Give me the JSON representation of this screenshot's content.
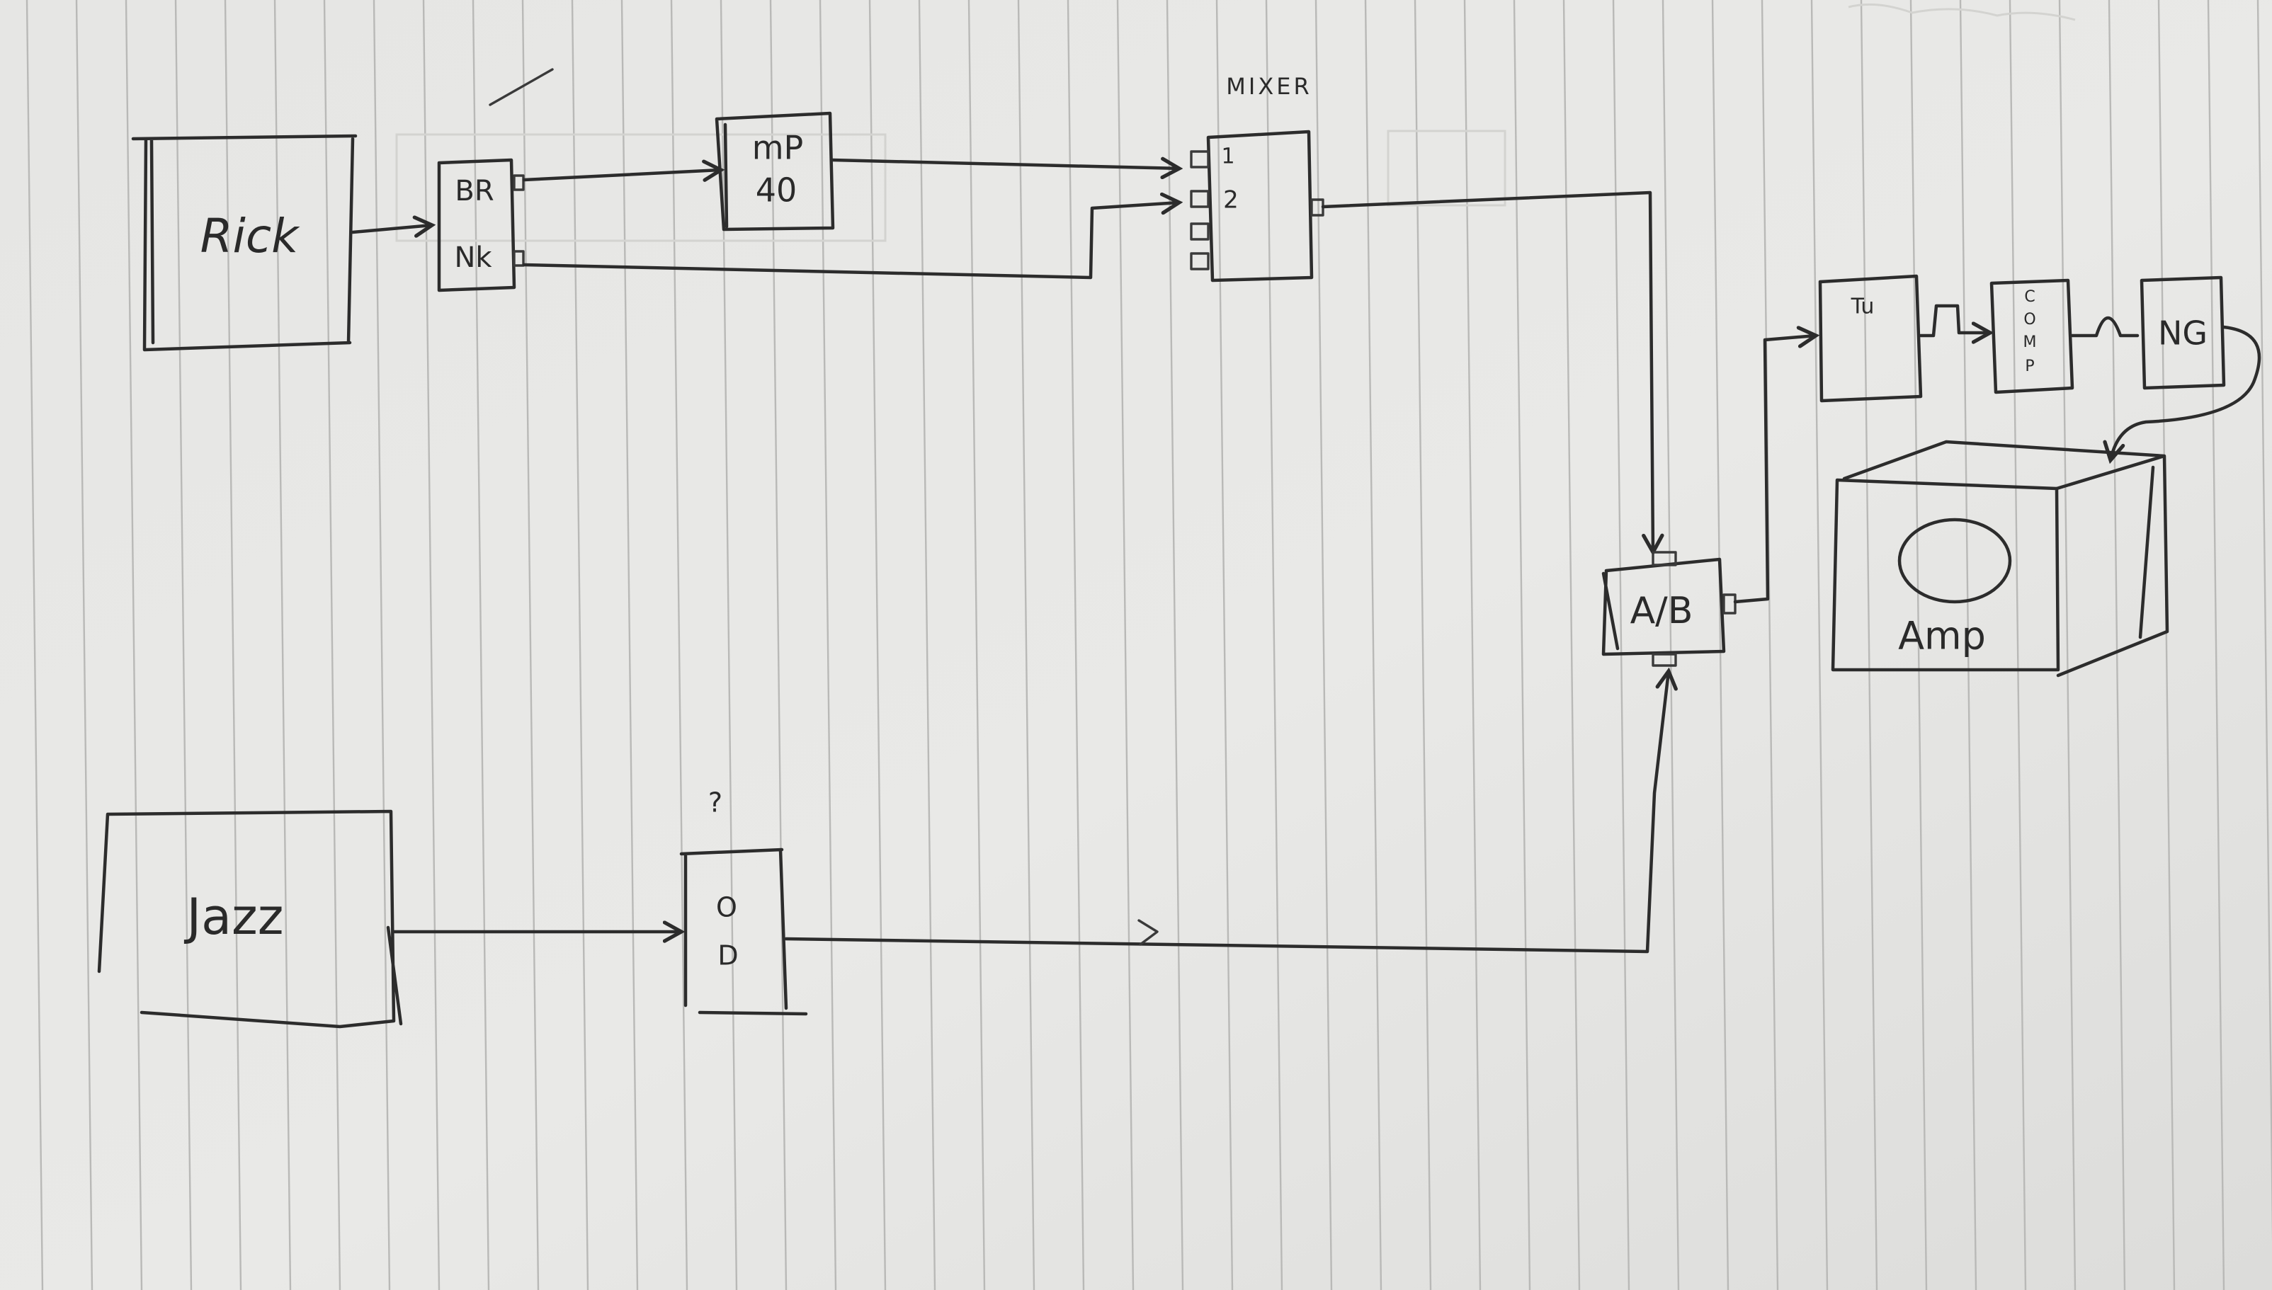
{
  "diagram": {
    "nodes": {
      "rick": {
        "label": "Rick"
      },
      "br_nk": {
        "top_label": "BR",
        "bottom_label": "Nk"
      },
      "mp40": {
        "line1": "mP",
        "line2": "40"
      },
      "mixer": {
        "title": "MIXER",
        "input1": "1",
        "input2": "2"
      },
      "ab": {
        "label": "A/B"
      },
      "jazz": {
        "label": "Jazz"
      },
      "od": {
        "question": "?",
        "line1": "O",
        "line2": "D"
      },
      "tu": {
        "label": "Tu"
      },
      "comp": {
        "letters": [
          "C",
          "O",
          "M",
          "P"
        ]
      },
      "ng": {
        "label": "NG"
      },
      "amp": {
        "label": "Amp"
      }
    },
    "edges": [
      {
        "from": "rick",
        "to": "br_nk"
      },
      {
        "from": "br_nk.BR",
        "to": "mp40"
      },
      {
        "from": "mp40",
        "to": "mixer.1"
      },
      {
        "from": "br_nk.Nk",
        "to": "mixer.2"
      },
      {
        "from": "mixer",
        "to": "ab"
      },
      {
        "from": "jazz",
        "to": "od"
      },
      {
        "from": "od",
        "to": "ab"
      },
      {
        "from": "ab",
        "to": "tu"
      },
      {
        "from": "tu",
        "to": "comp"
      },
      {
        "from": "comp",
        "to": "ng"
      },
      {
        "from": "ng",
        "to": "amp"
      }
    ]
  },
  "colors": {
    "paper": "#e4e4e2",
    "ink": "#2c2c2c",
    "rule": "#b9b9b7"
  }
}
